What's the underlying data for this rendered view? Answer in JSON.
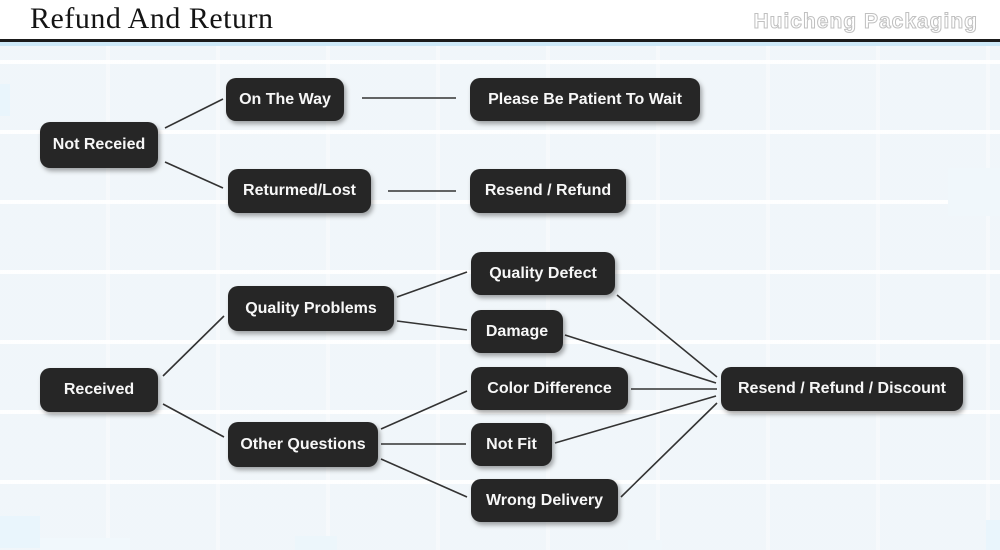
{
  "header": {
    "title": "Refund And Return",
    "watermark": "Huicheng Packaging"
  },
  "colors": {
    "node_bg": "#262626",
    "node_text": "#f7f7f7",
    "divider_dark": "#1b1b1b",
    "divider_blue": "#cde9f8",
    "edge_line": "#333333",
    "background": "#fcfdfe"
  },
  "flowchart": {
    "nodes": {
      "not_received": "Not Receied",
      "on_the_way": "On The Way",
      "please_wait": "Please Be Patient To Wait",
      "returned_lost": "Returmed/Lost",
      "resend_refund": "Resend / Refund",
      "received": "Received",
      "quality_problems": "Quality Problems",
      "other_questions": "Other Questions",
      "quality_defect": "Quality Defect",
      "damage": "Damage",
      "color_difference": "Color Difference",
      "not_fit": "Not Fit",
      "wrong_delivery": "Wrong Delivery",
      "resend_refund_discount": "Resend / Refund / Discount"
    },
    "edges": [
      [
        "Not Receied",
        "On The Way"
      ],
      [
        "Not Receied",
        "Returmed/Lost"
      ],
      [
        "On The Way",
        "Please Be Patient To Wait"
      ],
      [
        "Returmed/Lost",
        "Resend / Refund"
      ],
      [
        "Received",
        "Quality Problems"
      ],
      [
        "Received",
        "Other Questions"
      ],
      [
        "Quality Problems",
        "Quality Defect"
      ],
      [
        "Quality Problems",
        "Damage"
      ],
      [
        "Other Questions",
        "Color Difference"
      ],
      [
        "Other Questions",
        "Not Fit"
      ],
      [
        "Other Questions",
        "Wrong Delivery"
      ],
      [
        "Quality Defect",
        "Resend / Refund / Discount"
      ],
      [
        "Damage",
        "Resend / Refund / Discount"
      ],
      [
        "Color Difference",
        "Resend / Refund / Discount"
      ],
      [
        "Not Fit",
        "Resend / Refund / Discount"
      ],
      [
        "Wrong Delivery",
        "Resend / Refund / Discount"
      ]
    ]
  }
}
